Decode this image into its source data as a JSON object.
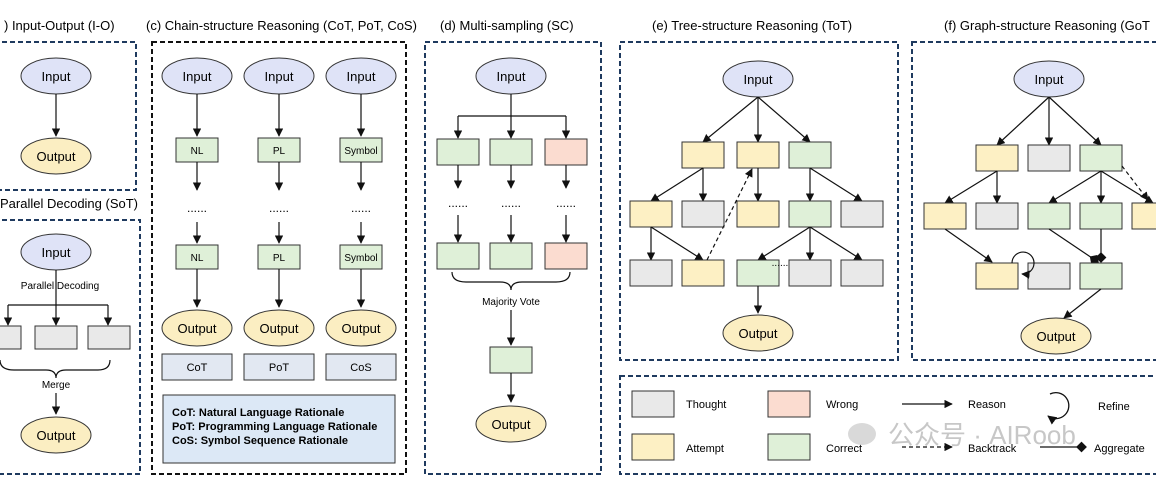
{
  "colors": {
    "input_fill": "#dfe3f7",
    "output_fill": "#fbeec2",
    "thought_fill": "#e9e9e9",
    "attempt_fill": "#fdf0c4",
    "correct_fill": "#dff0d8",
    "wrong_fill": "#fbdcd0",
    "panel_border": "#1f3a5f",
    "box_stroke": "#333333",
    "label_box_fill": "#e2e8f2",
    "explain_fill": "#dce8f6"
  },
  "panels": {
    "io": {
      "title": ") Input-Output (I-O)",
      "input": "Input",
      "output": "Output"
    },
    "sot": {
      "title": "Parallel Decoding (SoT)",
      "input": "Input",
      "parallel": "Parallel  Decoding",
      "merge": "Merge",
      "output": "Output"
    },
    "chain": {
      "title": "(c) Chain-structure Reasoning (CoT, PoT, CoS)",
      "columns": [
        {
          "input": "Input",
          "step": "NL",
          "output": "Output",
          "label": "CoT"
        },
        {
          "input": "Input",
          "step": "PL",
          "output": "Output",
          "label": "PoT"
        },
        {
          "input": "Input",
          "step": "Symbol",
          "output": "Output",
          "label": "CoS"
        }
      ],
      "ellipsis": "......",
      "notes": [
        "CoT: Natural Language Rationale",
        "PoT: Programming Language Rationale",
        "CoS: Symbol Sequence Rationale"
      ]
    },
    "sc": {
      "title": "(d) Multi-sampling (SC)",
      "input": "Input",
      "ellipsis": "......",
      "vote": "Majority Vote",
      "output": "Output"
    },
    "tot": {
      "title": "(e) Tree-structure Reasoning (ToT)",
      "input": "Input",
      "output": "Output"
    },
    "got": {
      "title": "(f) Graph-structure Reasoning (GoT",
      "input": "Input",
      "output": "Output"
    }
  },
  "legend": {
    "thought": "Thought",
    "wrong": "Wrong",
    "reason": "Reason",
    "refine": "Refine",
    "attempt": "Attempt",
    "correct": "Correct",
    "backtrack": "Backtrack",
    "aggregate": "Aggregate"
  },
  "watermark": "公众号 · AIRoob"
}
